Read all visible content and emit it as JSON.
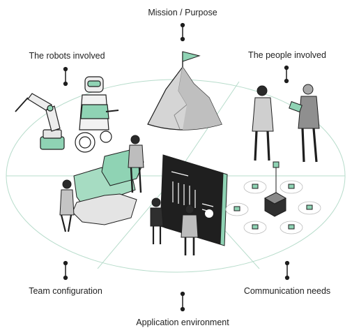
{
  "labels": {
    "mission": "Mission / Purpose",
    "robots": "The robots involved",
    "people": "The people involved",
    "team": "Team configuration",
    "communication": "Communication needs",
    "environment": "Application environment"
  },
  "colors": {
    "accent": "#8fd3b4",
    "accent_dark": "#5fae8c",
    "ink": "#1e1e1e",
    "gray": "#b9b9b9",
    "gray_dark": "#7e7e7e",
    "line": "#b7dccb",
    "screen": "#1f1f1f"
  },
  "icons": [
    "mountain-flag-icon",
    "robot-arm-icon",
    "mobile-robot-icon",
    "puzzle-icon",
    "dashboard-screen-icon",
    "network-node-icon"
  ]
}
